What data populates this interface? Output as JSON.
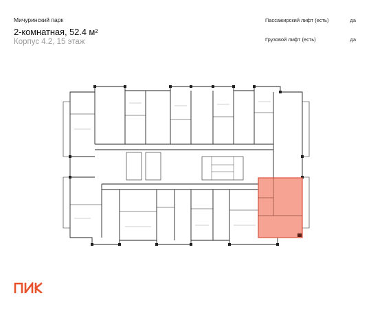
{
  "header": {
    "complex_name": "Мичуринский парк",
    "apartment_title": "2-комнатная, 52.4 м²",
    "building_floor": "Корпус 4.2, 15 этаж"
  },
  "specs": [
    {
      "label": "Пассажирский лифт (есть)",
      "value": "да"
    },
    {
      "label": "Грузовой лифт (есть)",
      "value": "да"
    }
  ],
  "plan": {
    "highlight_color": "#f7a393",
    "highlight_border": "#d9533b"
  },
  "brand": {
    "logo_text": "ПИК",
    "logo_color": "#e8532e"
  }
}
